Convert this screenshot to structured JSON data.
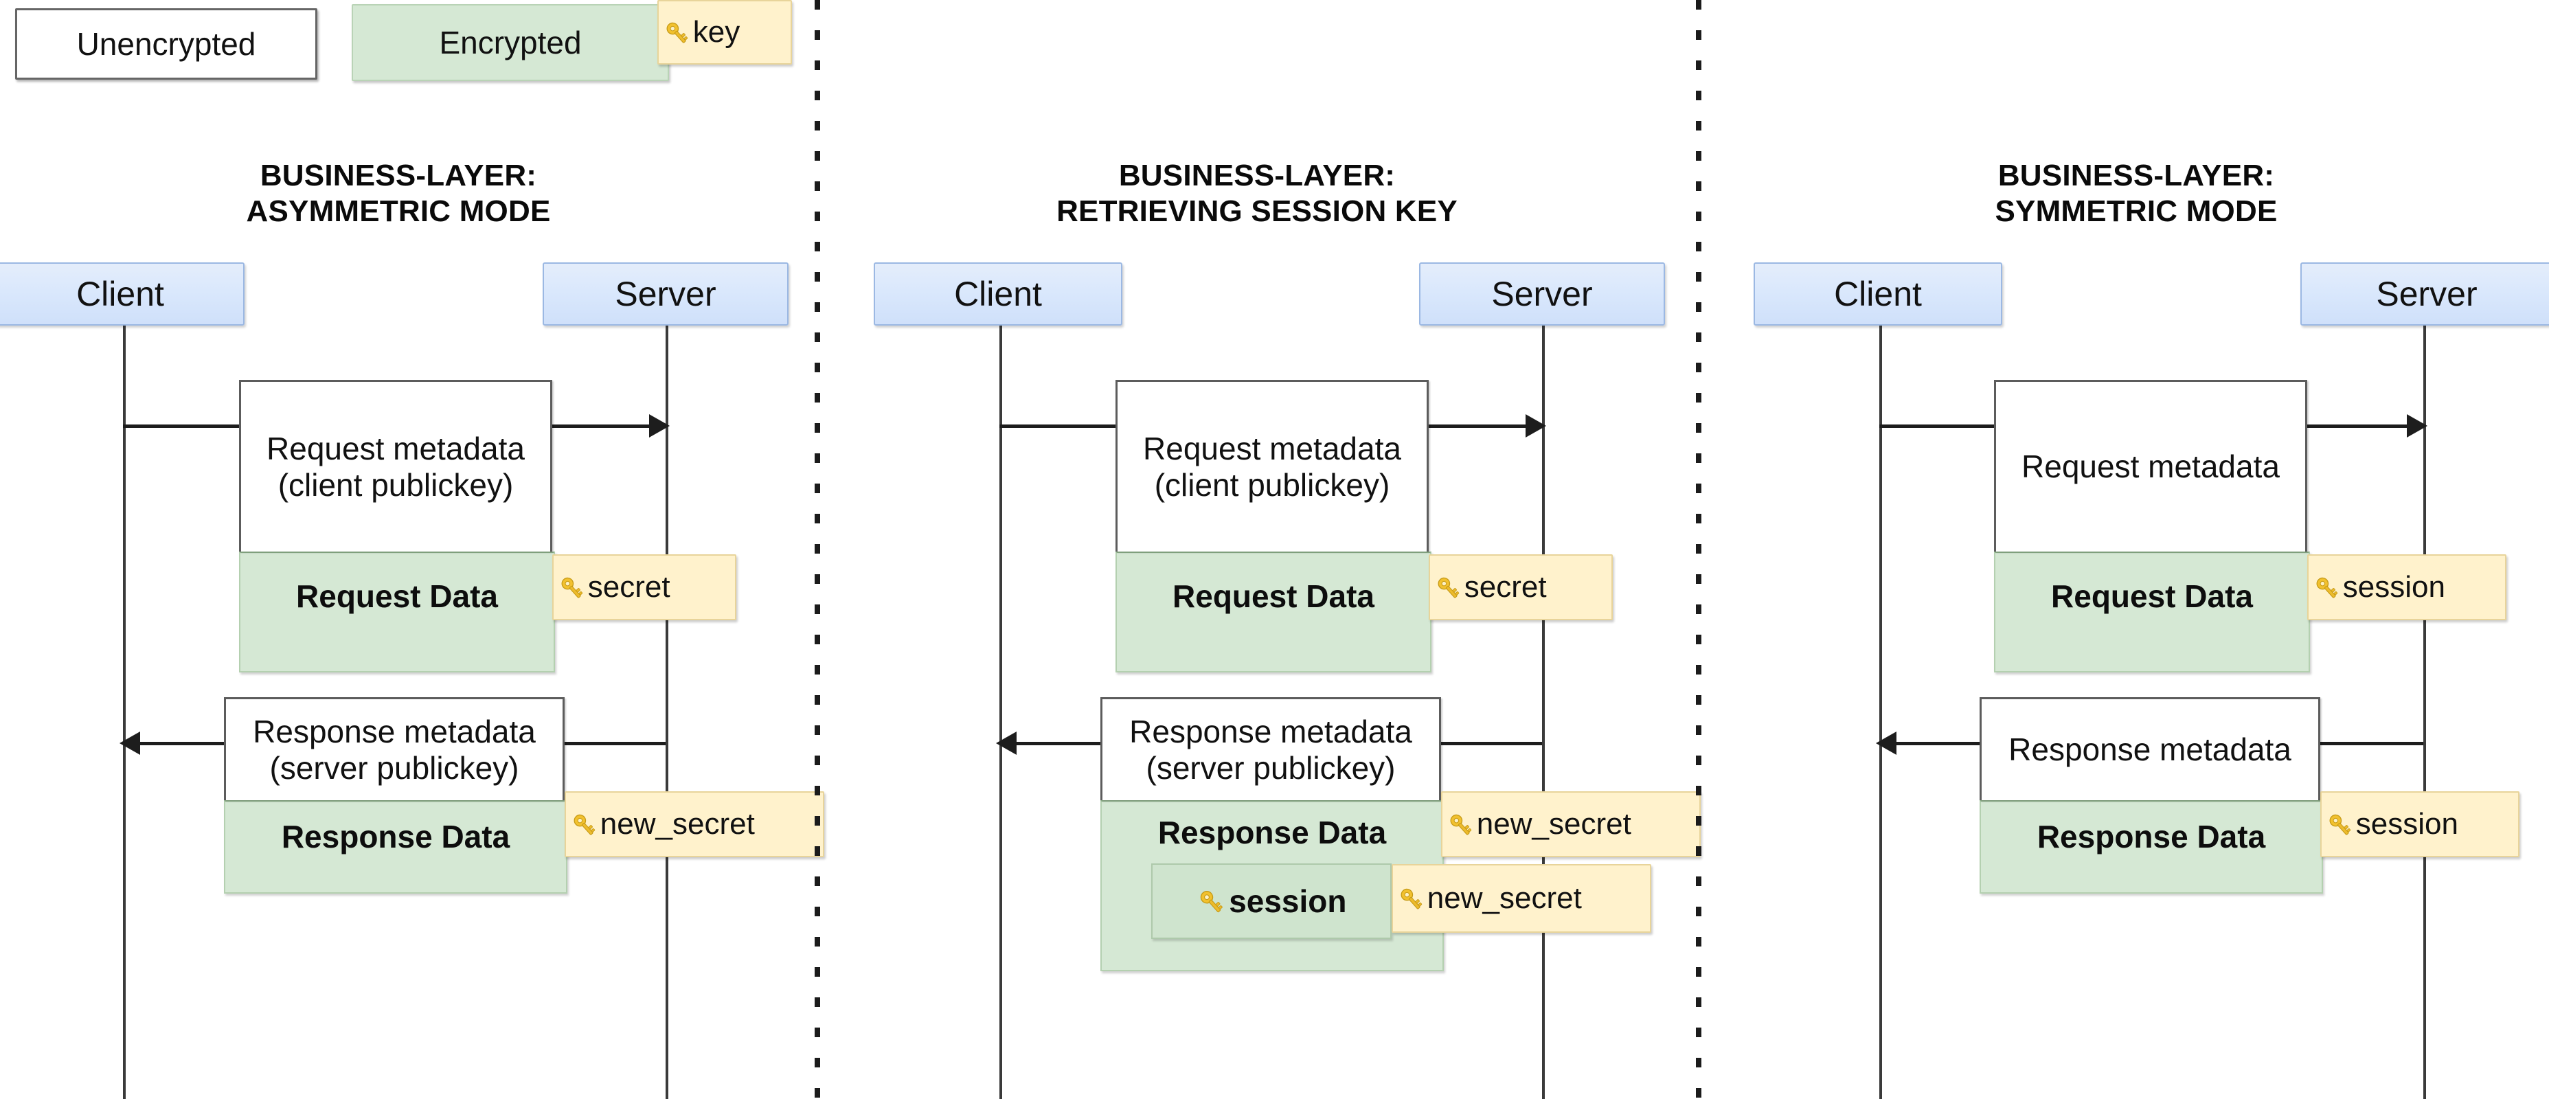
{
  "legend": {
    "unencrypted_label": "Unencrypted",
    "encrypted_label": "Encrypted",
    "key_label": "key",
    "key_icon": "key-icon"
  },
  "separator": {
    "style": "dotted-vertical"
  },
  "panels": [
    {
      "id": "asymmetric",
      "title_line1": "BUSINESS-LAYER:",
      "title_line2": "ASYMMETRIC MODE",
      "client_label": "Client",
      "server_label": "Server",
      "request": {
        "meta_line1": "Request metadata",
        "meta_line2": "(client publickey)",
        "data_label": "Request Data",
        "key_label": "secret",
        "key_icon": "key-icon"
      },
      "response": {
        "meta_line1": "Response metadata",
        "meta_line2": "(server publickey)",
        "data_label": "Response Data",
        "key_label": "new_secret",
        "key_icon": "key-icon"
      }
    },
    {
      "id": "retrieving-session-key",
      "title_line1": "BUSINESS-LAYER:",
      "title_line2": "RETRIEVING SESSION KEY",
      "client_label": "Client",
      "server_label": "Server",
      "request": {
        "meta_line1": "Request metadata",
        "meta_line2": "(client publickey)",
        "data_label": "Request Data",
        "key_label": "secret",
        "key_icon": "key-icon"
      },
      "response": {
        "meta_line1": "Response metadata",
        "meta_line2": "(server publickey)",
        "data_label": "Response Data",
        "key_label": "new_secret",
        "key_icon": "key-icon",
        "inner_label": "session",
        "inner_key_icon": "key-icon",
        "inner_key_label": "new_secret",
        "inner_key_icon2": "key-icon"
      }
    },
    {
      "id": "symmetric",
      "title_line1": "BUSINESS-LAYER:",
      "title_line2": "SYMMETRIC MODE",
      "client_label": "Client",
      "server_label": "Server",
      "request": {
        "meta_line1": "Request metadata",
        "meta_line2": "",
        "data_label": "Request Data",
        "key_label": "session",
        "key_icon": "key-icon"
      },
      "response": {
        "meta_line1": "Response metadata",
        "meta_line2": "",
        "data_label": "Response Data",
        "key_label": "session",
        "key_icon": "key-icon"
      }
    }
  ],
  "colors": {
    "encrypted_fill": "#d5e8d4",
    "encrypted_stroke": "#b4d0b0",
    "key_fill": "#fff2cc",
    "key_stroke": "#e8d49a",
    "party_fill": "#dae8fc",
    "party_stroke": "#9bb8e3",
    "unencrypted_fill": "#ffffff",
    "unencrypted_stroke": "#5c5c5c",
    "line": "#1d1d1d"
  }
}
